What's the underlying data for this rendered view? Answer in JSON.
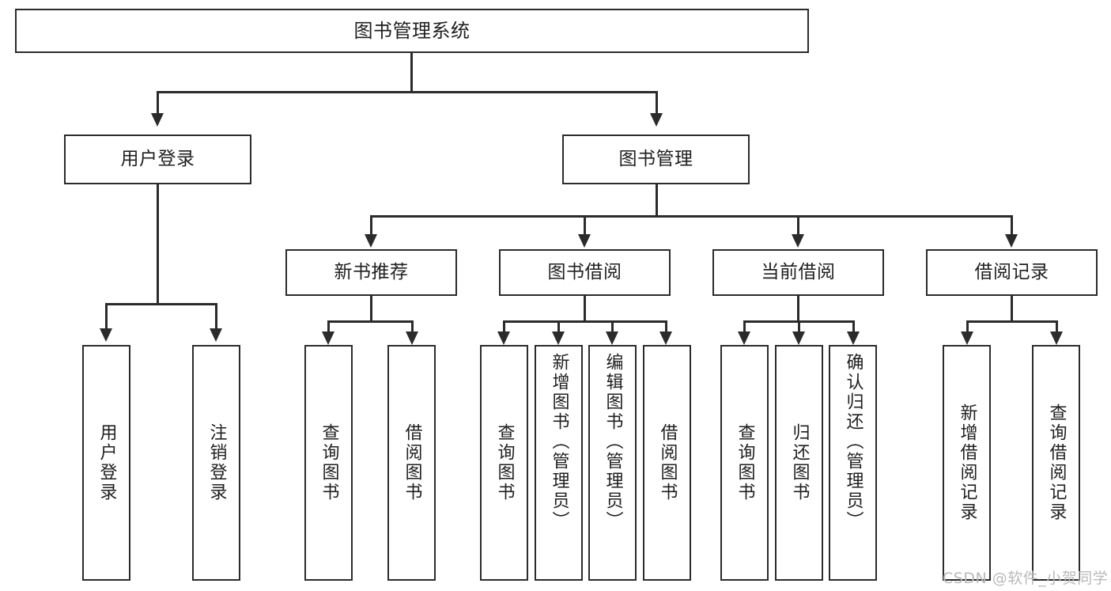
{
  "diagram": {
    "title": "图书管理系统",
    "type": "tree-hierarchy-diagram",
    "root": {
      "id": "root",
      "label": "图书管理系统"
    },
    "level2": [
      {
        "id": "user-login",
        "label": "用户登录"
      },
      {
        "id": "book-manage",
        "label": "图书管理"
      }
    ],
    "level3": [
      {
        "id": "new-book-recommend",
        "label": "新书推荐"
      },
      {
        "id": "book-borrow",
        "label": "图书借阅"
      },
      {
        "id": "current-borrow",
        "label": "当前借阅"
      },
      {
        "id": "borrow-record",
        "label": "借阅记录"
      }
    ],
    "leaves": {
      "user_login": [
        {
          "id": "leaf-user-login",
          "label": "用户登录"
        },
        {
          "id": "leaf-logout",
          "label": "注销登录"
        }
      ],
      "new_book_recommend": [
        {
          "id": "leaf-query-book-1",
          "label": "查询图书"
        },
        {
          "id": "leaf-borrow-book-1",
          "label": "借阅图书"
        }
      ],
      "book_borrow": [
        {
          "id": "leaf-query-book-2",
          "label": "查询图书"
        },
        {
          "id": "leaf-add-book",
          "label": "新增图书（管理员）"
        },
        {
          "id": "leaf-edit-book",
          "label": "编辑图书（管理员）"
        },
        {
          "id": "leaf-borrow-book-2",
          "label": "借阅图书"
        }
      ],
      "current_borrow": [
        {
          "id": "leaf-query-book-3",
          "label": "查询图书"
        },
        {
          "id": "leaf-return-book",
          "label": "归还图书"
        },
        {
          "id": "leaf-confirm-return",
          "label": "确认归还（管理员）"
        }
      ],
      "borrow_record": [
        {
          "id": "leaf-add-record",
          "label": "新增借阅记录"
        },
        {
          "id": "leaf-query-record",
          "label": "查询借阅记录"
        }
      ]
    }
  },
  "watermark": {
    "text": "CSDN @软件_小贺同学"
  },
  "colors": {
    "stroke": "#2b2b2b",
    "fill": "#ffffff",
    "text": "#1f1f1f",
    "watermark": "#b9b9b9"
  }
}
